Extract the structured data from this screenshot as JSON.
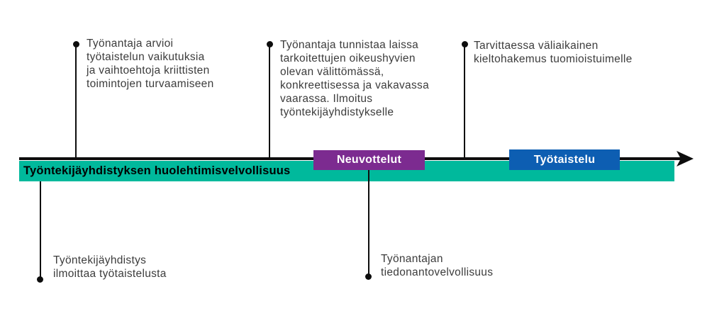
{
  "colors": {
    "band": "#00b99c",
    "negotiations": "#7c2b90",
    "strike": "#0d5eb2",
    "line": "#0d0d0d",
    "text": "#3c3c3c"
  },
  "band": {
    "label": "Työntekijäyhdistyksen huolehtimisvelvollisuus"
  },
  "phases": {
    "negotiations": {
      "label": "Neuvottelut"
    },
    "strike": {
      "label": "Työtaistelu"
    }
  },
  "top_callouts": [
    {
      "id": "employer-assessment",
      "lines": [
        "Työnantaja arvioi",
        "työtaistelun vaikutuksia",
        "ja vaihtoehtoja kriittisten",
        "toimintojen turvaamiseen"
      ]
    },
    {
      "id": "employer-identifies-danger",
      "lines": [
        "Työnantaja tunnistaa laissa",
        "tarkoitettujen oikeushyvien",
        "olevan välittömässä,",
        "konkreettisessa ja vakavassa",
        "vaarassa. Ilmoitus",
        "työntekijäyhdistykselle"
      ]
    },
    {
      "id": "temporary-injunction",
      "lines": [
        "Tarvittaessa väliaikainen",
        "kieltohakemus tuomioistuimelle"
      ]
    }
  ],
  "bottom_callouts": [
    {
      "id": "union-announces-strike",
      "lines": [
        "Työntekijäyhdistys",
        "ilmoittaa työtaistelusta"
      ]
    },
    {
      "id": "employer-disclosure-duty",
      "lines": [
        "Työnantajan",
        "tiedonantovelvollisuus"
      ]
    }
  ]
}
